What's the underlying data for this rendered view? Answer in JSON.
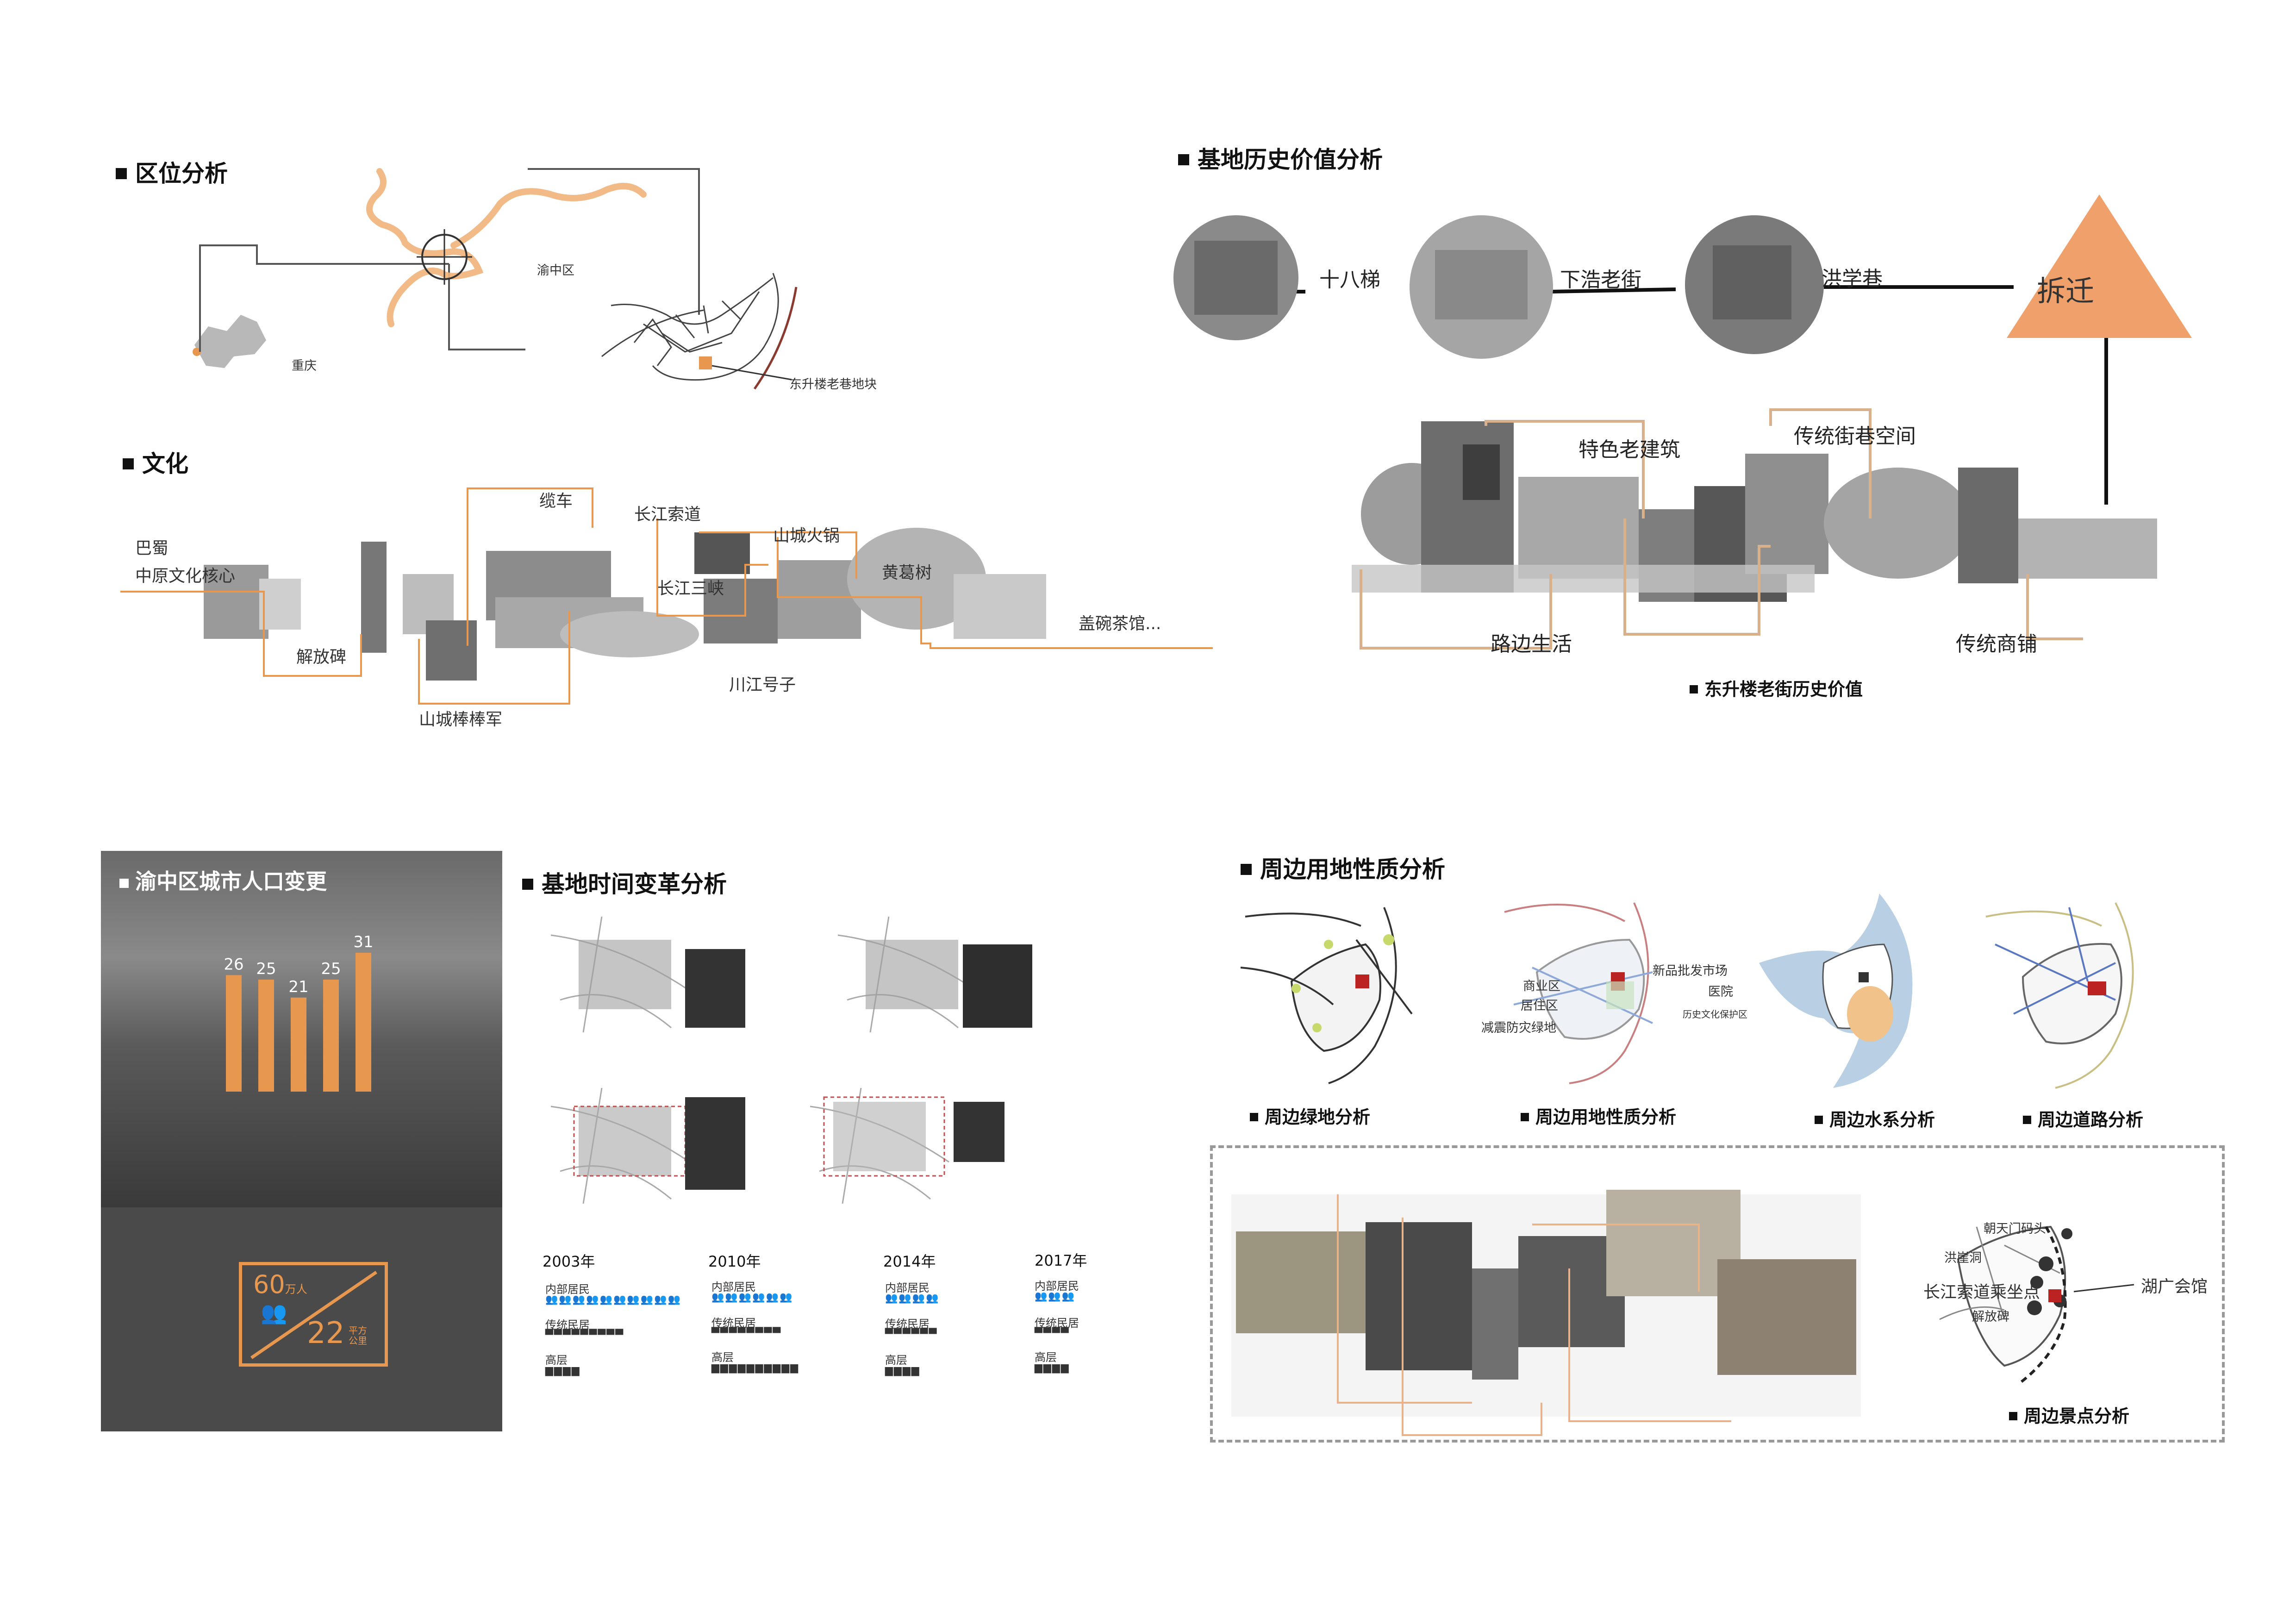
{
  "location": {
    "title": "区位分析",
    "labels": {
      "district": "渝中区",
      "city": "重庆",
      "site": "东升楼老巷地块"
    }
  },
  "culture": {
    "title": "文化",
    "labels": [
      "巴蜀",
      "中原文化核心",
      "解放碑",
      "山城棒棒军",
      "缆车",
      "长江索道",
      "长江三峡",
      "山城火锅",
      "川江号子",
      "黄葛树",
      "盖碗茶馆..."
    ]
  },
  "history": {
    "title": "基地历史价值分析",
    "timeline": [
      "十八梯",
      "下浩老街",
      "洪学巷"
    ],
    "end_label": "拆迁",
    "panorama_labels": [
      "特色老建筑",
      "传统街巷空间",
      "路边生活",
      "传统商铺"
    ],
    "caption": "东升楼老街历史价值"
  },
  "population": {
    "title": "渝中区城市人口变更",
    "bars": [
      {
        "label": "26"
      },
      {
        "label": "25"
      },
      {
        "label": "21"
      },
      {
        "label": "25"
      },
      {
        "label": "31"
      }
    ],
    "bar_values": [
      26,
      25,
      21,
      25,
      31
    ],
    "density": {
      "top_number": "60",
      "top_unit": "万人",
      "bottom_number": "22",
      "bottom_unit_1": "平方",
      "bottom_unit_2": "公里"
    },
    "colors": {
      "panel_bg": "#4a4a4a",
      "accent": "#e8974f"
    }
  },
  "evolution": {
    "title": "基地时间变革分析",
    "years": [
      {
        "year": "2003年",
        "r1": "内部居民",
        "i1": "👥👥👥👥👥👥👥👥👥👥",
        "r2": "传统民居",
        "i2": "▀▀▀▀▀▀▀▀▀",
        "r3": "高层",
        "i3": "▆▆▆▆"
      },
      {
        "year": "2010年",
        "r1": "内部居民",
        "i1": "👥👥👥👥👥👥",
        "r2": "传统民居",
        "i2": "▀▀▀▀▀▀▀▀",
        "r3": "高层",
        "i3": "▆▆▆▆▆▆▆▆▆▆"
      },
      {
        "year": "2014年",
        "r1": "内部居民",
        "i1": "👥👥👥👥",
        "r2": "传统民居",
        "i2": "▀▀▀▀▀▀",
        "r3": "高层",
        "i3": "▆▆▆▆"
      },
      {
        "year": "2017年",
        "r1": "内部居民",
        "i1": "👥👥👥",
        "r2": "传统民居",
        "i2": "▀▀▀▀",
        "r3": "高层",
        "i3": "▆▆▆▆"
      }
    ]
  },
  "surroundings": {
    "title": "周边用地性质分析",
    "maps": [
      "周边绿地分析",
      "周边用地性质分析",
      "周边水系分析",
      "周边道路分析"
    ],
    "landuse_labels": [
      "商业区",
      "居住区",
      "减震防灾绿地",
      "新品批发市场",
      "医院",
      "历史文化保护区"
    ],
    "scenic": {
      "caption": "周边景点分析",
      "labels": [
        "朝天门码头",
        "洪崖洞",
        "长江索道乘坐点",
        "解放碑",
        "湖广会馆"
      ]
    }
  }
}
